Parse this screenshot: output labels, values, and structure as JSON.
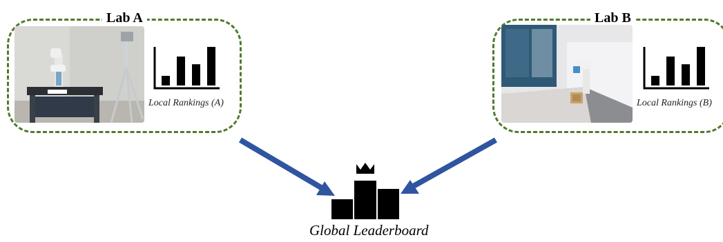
{
  "lab_a": {
    "title": "Lab A",
    "ranking_label": "Local Rankings (A)",
    "ranking_bars": [
      0.25,
      0.75,
      0.55,
      1.0
    ]
  },
  "lab_b": {
    "title": "Lab B",
    "ranking_label": "Local Rankings (B)",
    "ranking_bars": [
      0.25,
      0.75,
      0.55,
      1.0
    ]
  },
  "global": {
    "label": "Global Leaderboard"
  },
  "colors": {
    "dashed_border": "#4f7a2c",
    "arrow": "#2f55a0",
    "bars": "#000000"
  },
  "icons": {
    "podium": "podium-with-crown-icon"
  }
}
